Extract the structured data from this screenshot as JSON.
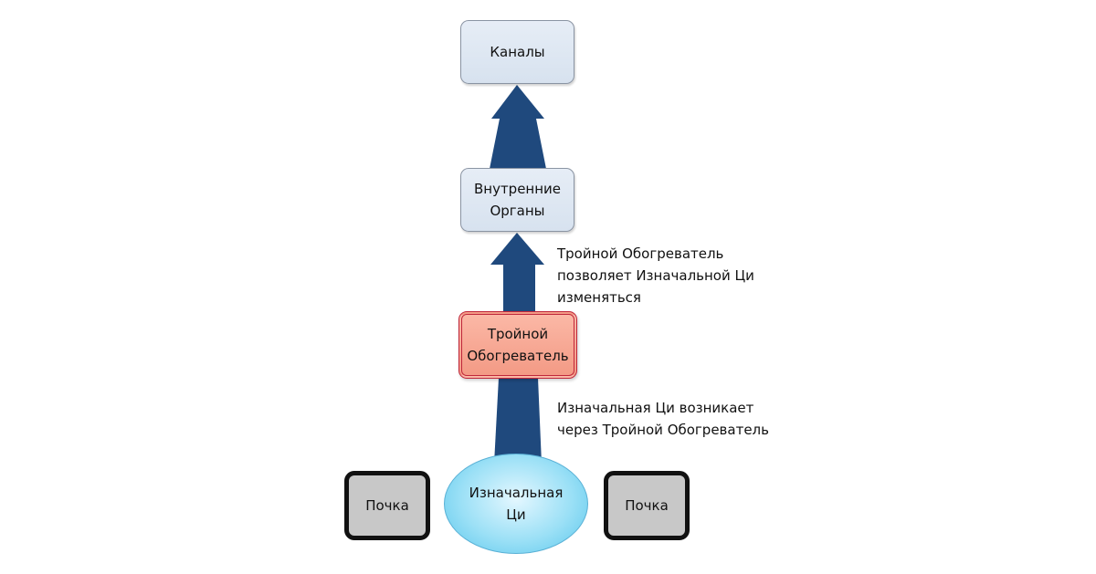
{
  "nodes": {
    "channels": "Каналы",
    "organs": "Внутренние\nОрганы",
    "triple_heater": "Тройной\nОбогреватель",
    "original_qi": "Изначальная\nЦи",
    "kidney_left": "Почка",
    "kidney_right": "Почка"
  },
  "annotations": {
    "upper": "Тройной Обогреватель\nпозволяет Изначальной Ци\nизменяться",
    "lower": "Изначальная Ци возникает\nчерез Тройной Обогреватель"
  },
  "colors": {
    "arrow": "#1f497d",
    "heater_border": "#c0273b",
    "qi_fill": "#8fdbf5",
    "kidney_fill": "#c8c8c8"
  }
}
